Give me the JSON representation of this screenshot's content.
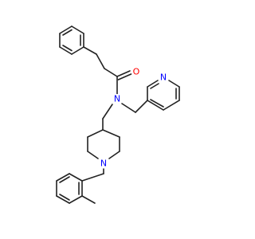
{
  "molecule": {
    "atom_labels": {
      "amide_oxygen": "O",
      "amide_nitrogen": "N",
      "pyridine_nitrogen": "N",
      "piperidine_nitrogen": "N"
    },
    "colors": {
      "bond": "#222222",
      "oxygen": "#ff0000",
      "nitrogen": "#0000ff"
    }
  }
}
